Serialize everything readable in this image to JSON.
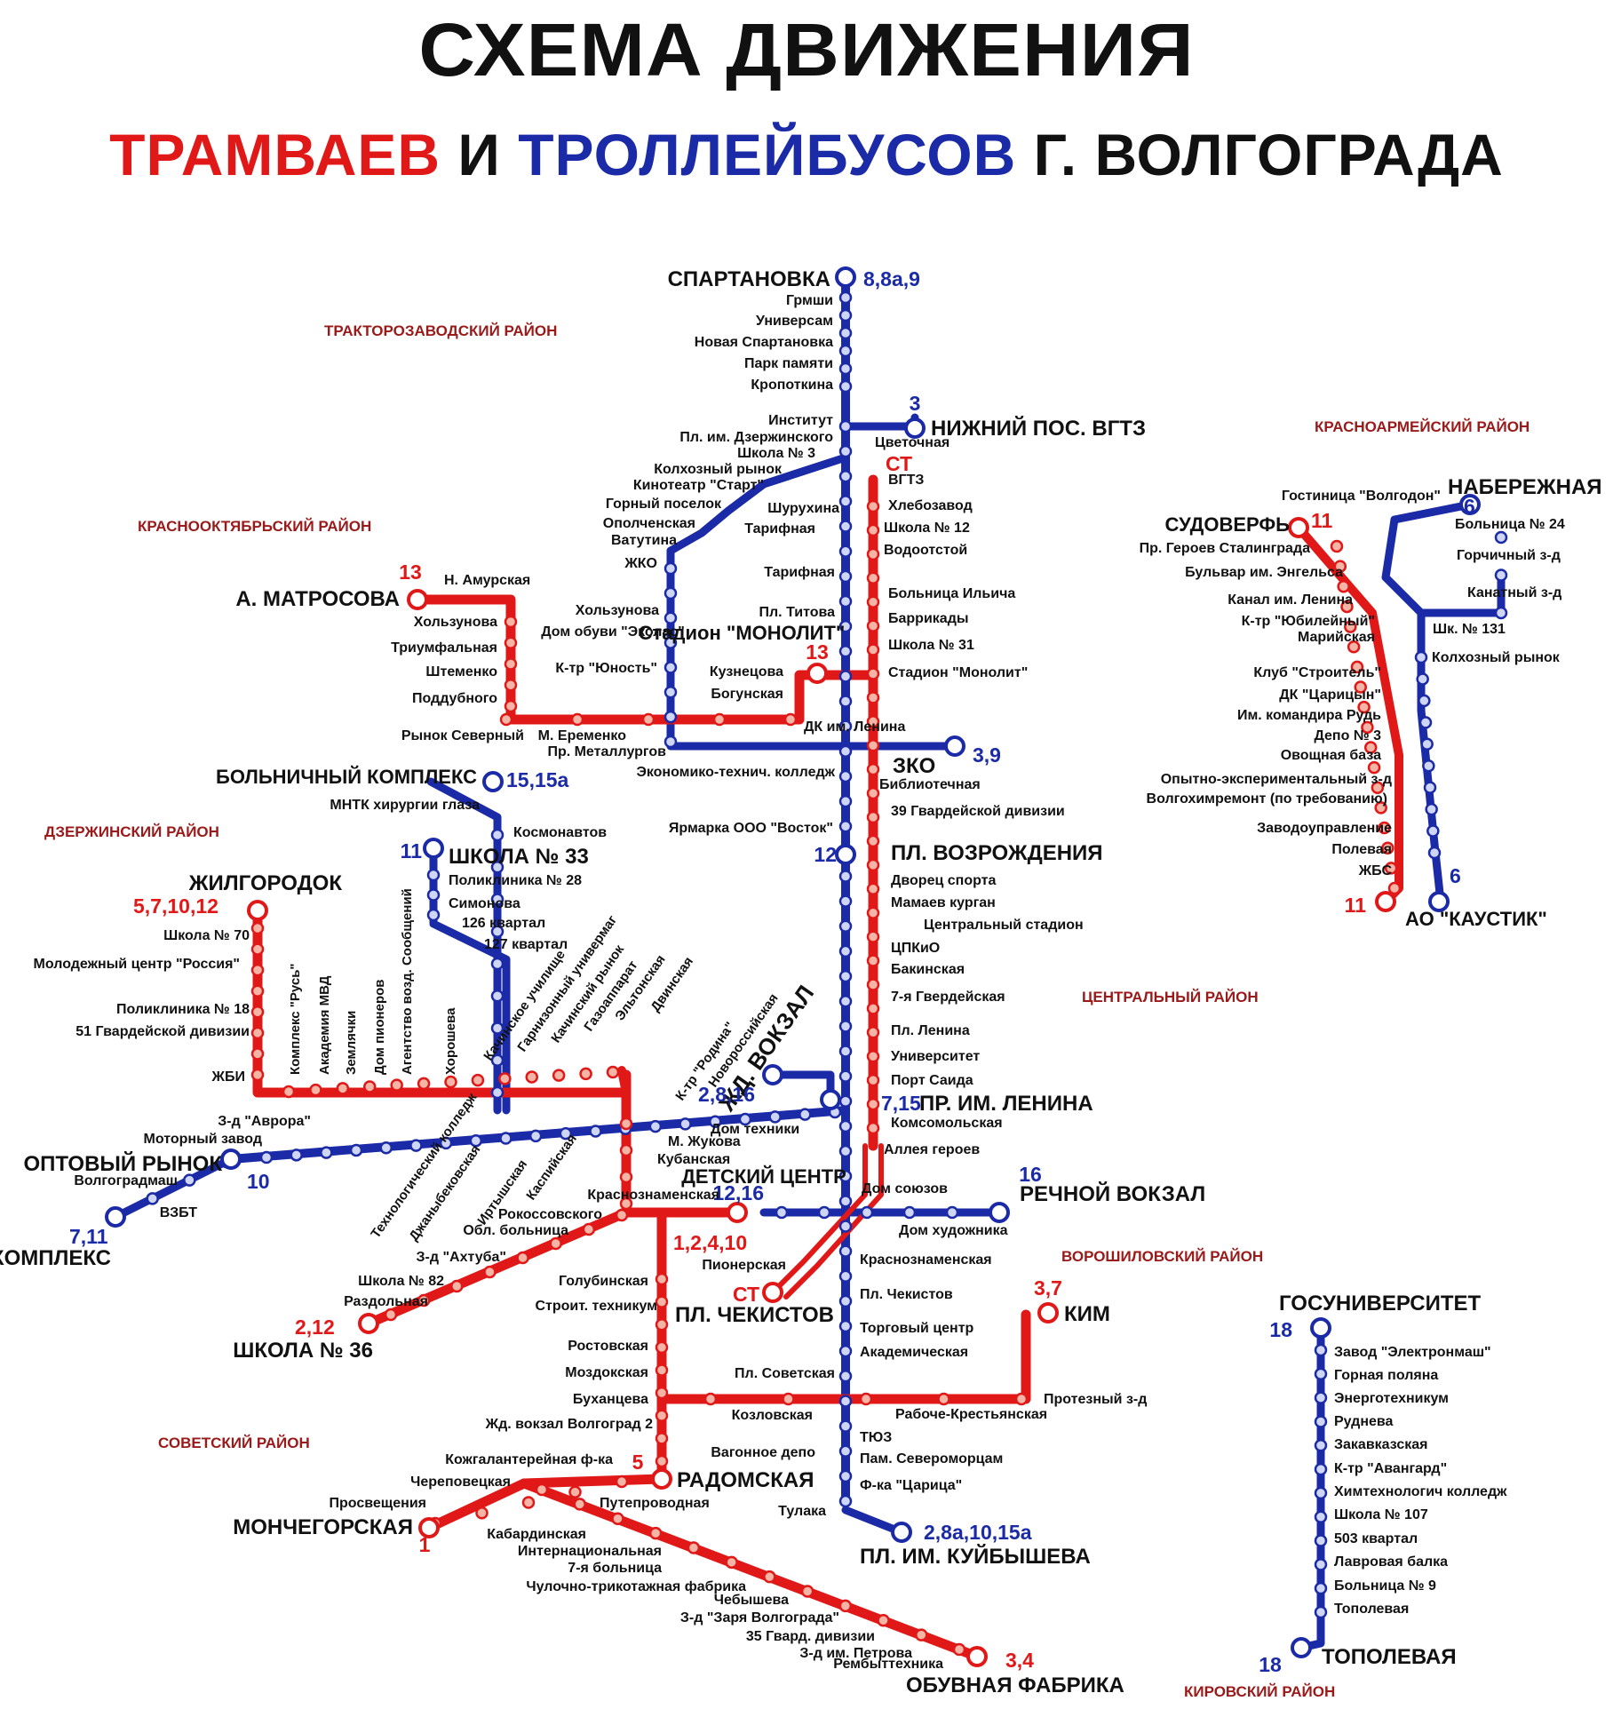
{
  "title_line1": "СХЕМА ДВИЖЕНИЯ",
  "title_line2": {
    "tram": "ТРАМВАЕВ",
    "and": "И",
    "trolley": "ТРОЛЛЕЙБУСОВ",
    "city": "Г. ВОЛГОГРАДА"
  },
  "colors": {
    "tram": "#e11818",
    "trolley": "#1b2aa6",
    "district": "#9a1a1a",
    "stop_tram_fill": "#f5b5a6",
    "stop_trolley_fill": "#cfd6f5"
  },
  "districts": [
    "ТРАКТОРОЗАВОДСКИЙ РАЙОН",
    "КРАСНООКТЯБРЬСКИЙ РАЙОН",
    "КРАСНОАРМЕЙСКИЙ РАЙОН",
    "ДЗЕРЖИНСКИЙ РАЙОН",
    "ЦЕНТРАЛЬНЫЙ РАЙОН",
    "ВОРОШИЛОВСКИЙ РАЙОН",
    "СОВЕТСКИЙ РАЙОН",
    "КИРОВСКИЙ РАЙОН"
  ],
  "terminals": [
    "СПАРТАНОВКА",
    "НИЖНИЙ ПОС. ВГТЗ",
    "СУДОВЕРФЬ",
    "НАБЕРЕЖНАЯ",
    "А. МАТРОСОВА",
    "Стадион \"МОНОЛИТ\"",
    "ЗКО",
    "БОЛЬНИЧНЫЙ КОМПЛЕКС",
    "ШКОЛА № 33",
    "ПЛ. ВОЗРОЖДЕНИЯ",
    "ЖИЛГОРОДОК",
    "АО \"КАУСТИК\"",
    "ЖД. ВОКЗАЛ",
    "ПР. ИМ. ЛЕНИНА",
    "ОПТОВЫЙ РЫНОК",
    "ДЕТСКИЙ ЦЕНТР",
    "РЕЧНОЙ ВОКЗАЛ",
    "РЫБОКОМПЛЕКС",
    "ПЛ. ЧЕКИСТОВ",
    "ШКОЛА № 36",
    "КИМ",
    "ГОСУНИВЕРСИТЕТ",
    "РАДОМСКАЯ",
    "МОНЧЕГОРСКАЯ",
    "ПЛ. ИМ. КУЙБЫШЕВА",
    "ТОПОЛЕВАЯ",
    "ОБУВНАЯ ФАБРИКА"
  ],
  "route_numbers": [
    "8,8а,9",
    "3",
    "СТ",
    "11",
    "6",
    "13",
    "13",
    "3,9",
    "15,15а",
    "11",
    "12",
    "5,7,10,12",
    "6",
    "11",
    "2,8,16",
    "7,15",
    "10",
    "12,16",
    "16",
    "7,11",
    "1,2,4,10",
    "СТ",
    "2,12",
    "3,7",
    "18",
    "5",
    "1",
    "2,8а,10,15а",
    "18",
    "3,4"
  ],
  "stops": [
    "Грмши",
    "Универсам",
    "Новая Спартановка",
    "Парк памяти",
    "Кропоткина",
    "Институт",
    "Пл. им. Дзержинского",
    "Школа № 3",
    "Цветочная",
    "Колхозный рынок",
    "Кинотеатр \"Старт\"",
    "ВГТЗ",
    "Горный поселок",
    "Шурухина",
    "Хлебозавод",
    "Ополченская",
    "Тарифная",
    "Ватутина",
    "Школа № 12",
    "Водоотстой",
    "ЖКО",
    "Тарифная",
    "Н. Амурская",
    "Больница Ильича",
    "Хользунова",
    "Пл. Титова",
    "Баррикады",
    "Хользунова",
    "Дом обуви \"Эколас\"",
    "Триумфальная",
    "Школа № 31",
    "Штеменко",
    "К-тр \"Юность\"",
    "Кузнецова",
    "Стадион \"Монолит\"",
    "Поддубного",
    "Богунская",
    "ДК им. Ленина",
    "Рынок Северный",
    "М. Еременко",
    "Пр. Металлургов",
    "Экономико-технич. колледж",
    "Библиотечная",
    "МНТК хирургии глаза",
    "39 Гвардейской дивизии",
    "Космонавтов",
    "Ярмарка ООО \"Восток\"",
    "Поликлиника № 28",
    "Дворец спорта",
    "Симонова",
    "Мамаев курган",
    "126 квартал",
    "Центральный стадион",
    "Школа № 70",
    "127 квартал",
    "ЦПКиО",
    "Молодежный центр \"Россия\"",
    "Бакинская",
    "7-я Гвердейская",
    "Поликлиника № 18",
    "51 Гвардейской дивизии",
    "Пл. Ленина",
    "ЖБИ",
    "Университет",
    "Порт Саида",
    "З-д \"Аврора\"",
    "Комсомольская",
    "Моторный завод",
    "Дом техники",
    "Аллея героев",
    "М. Жукова",
    "Кубанская",
    "Волгоградмаш",
    "Дом союзов",
    "ВЗБТ",
    "Краснознаменская",
    "Рокоссовского",
    "Дом художника",
    "Обл. больница",
    "З-д \"Ахтуба\"",
    "Пионерская",
    "Краснознаменская",
    "Голубинская",
    "Школа № 82",
    "Пл. Чекистов",
    "Раздольная",
    "Строит. техникум",
    "Торговый центр",
    "Академическая",
    "Ростовская",
    "Моздокская",
    "Пл. Советская",
    "Протезный з-д",
    "Буханцева",
    "Козловская",
    "Рабоче-Крестьянская",
    "Жд. вокзал Волгоград 2",
    "ТЮЗ",
    "Пам. Североморцам",
    "Вагонное депо",
    "Кожгалантерейная ф-ка",
    "Череповецкая",
    "Ф-ка \"Царица\"",
    "Просвещения",
    "Путепроводная",
    "Тулака",
    "Кабардинская",
    "Интернациональная",
    "7-я больница",
    "Чулочно-трикотажная фабрика",
    "Чебышева",
    "З-д \"Заря Волгограда\"",
    "35 Гвард. дивизии",
    "З-д им. Петрова",
    "Рембыттехника",
    "Гостиница \"Волгодон\"",
    "Больница № 24",
    "Пр. Героев Сталинграда",
    "Горчичный з-д",
    "Бульвар им. Энгельса",
    "Канатный з-д",
    "Канал им. Ленина",
    "К-тр \"Юбилейный\"",
    "Шк. № 131",
    "Марийская",
    "Колхозный рынок",
    "Клуб \"Строитель\"",
    "ДК \"Царицын\"",
    "Им. командира Рудь",
    "Депо № 3",
    "Овощная база",
    "Опытно-экспериментальный з-д",
    "Волгохимремонт (по требованию)",
    "Заводоуправление",
    "Полевая",
    "ЖБС",
    "Завод \"Электронмаш\"",
    "Горная поляна",
    "Энерготехникум",
    "Руднева",
    "Закавказская",
    "К-тр \"Авангард\"",
    "Химтехнологич колледж",
    "Школа № 107",
    "503 квартал",
    "Лавровая балка",
    "Больница № 9",
    "Тополевая"
  ],
  "rotated_stops": [
    "Комплекс \"Русь\"",
    "Академия МВД",
    "Землячки",
    "Дом пионеров",
    "Агентство возд. Сообщений",
    "Хорошева",
    "Качинское училище",
    "Гарнизонный универмаг",
    "Качинский рынок",
    "Газоаппарат",
    "Эльтонская",
    "Двинская",
    "К-тр \"Родина\"",
    "Новороссийская",
    "Технологический колледж",
    "Джаныбековская",
    "Иртышская",
    "Каспийская"
  ]
}
